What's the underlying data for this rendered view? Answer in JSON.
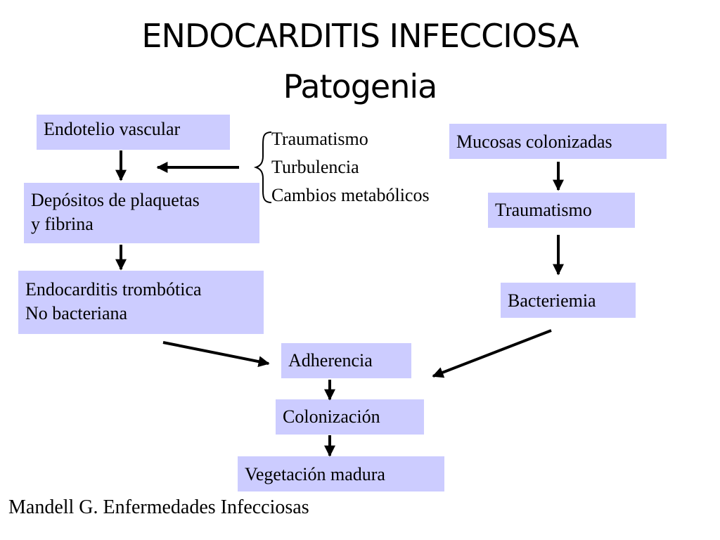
{
  "slide": {
    "title_line1": "ENDOCARDITIS INFECCIOSA",
    "title_line2": "Patogenia"
  },
  "left_column": {
    "endotelio": "Endotelio vascular",
    "depositos_line1": "Depósitos de plaquetas",
    "depositos_line2": "y fibrina",
    "endocarditis_line1": "Endocarditis trombótica",
    "endocarditis_line2": "No bacteriana"
  },
  "factors": {
    "items": [
      "Traumatismo",
      "Turbulencia",
      "Cambios metabólicos"
    ]
  },
  "right_column": {
    "mucosas": "Mucosas colonizadas",
    "traumatismo": "Traumatismo",
    "bacteriemia": "Bacteriemia"
  },
  "center_column": {
    "adherencia": "Adherencia",
    "colonizacion": "Colonización",
    "vegetacion": "Vegetación madura"
  },
  "footer": {
    "citation": "Mandell G. Enfermedades Infecciosas"
  },
  "colors": {
    "box_fill": "#ccccff",
    "text": "#000000",
    "arrow": "#000000"
  }
}
